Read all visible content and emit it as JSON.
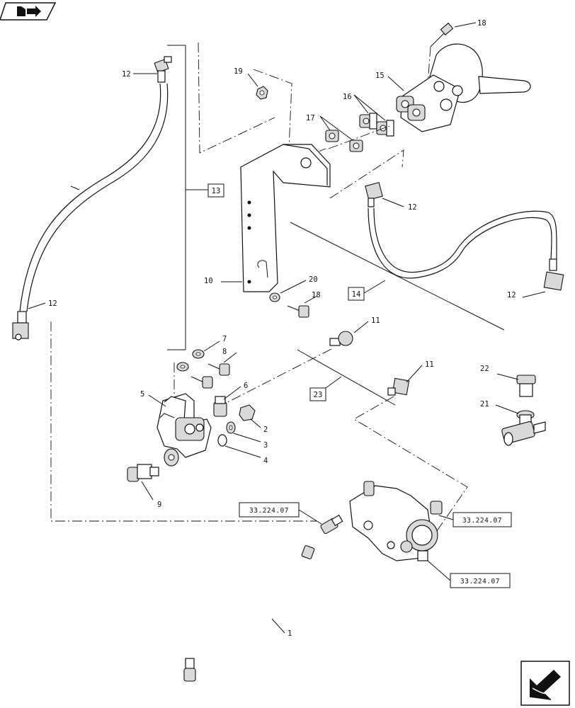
{
  "nav": {
    "book_icon": "book-with-arrow-icon",
    "next_page_icon": "arrow-to-next-page-icon"
  },
  "callouts": {
    "c12a": "12",
    "c12b": "12",
    "c12c": "12",
    "c12d": "12",
    "c13": "13",
    "c19": "19",
    "c15": "15",
    "c16": "16",
    "c17": "17",
    "c18a": "18",
    "c18b": "18",
    "c10": "10",
    "c20": "20",
    "c14": "14",
    "c11a": "11",
    "c11b": "11",
    "c23": "23",
    "c22": "22",
    "c21": "21",
    "c7": "7",
    "c8": "8",
    "c5": "5",
    "c6": "6",
    "c2": "2",
    "c3": "3",
    "c4": "4",
    "c9": "9",
    "c1": "1"
  },
  "references": {
    "ref_left": "33.224.07",
    "ref_right_top": "33.224.07",
    "ref_right_bottom": "33.224.07"
  }
}
